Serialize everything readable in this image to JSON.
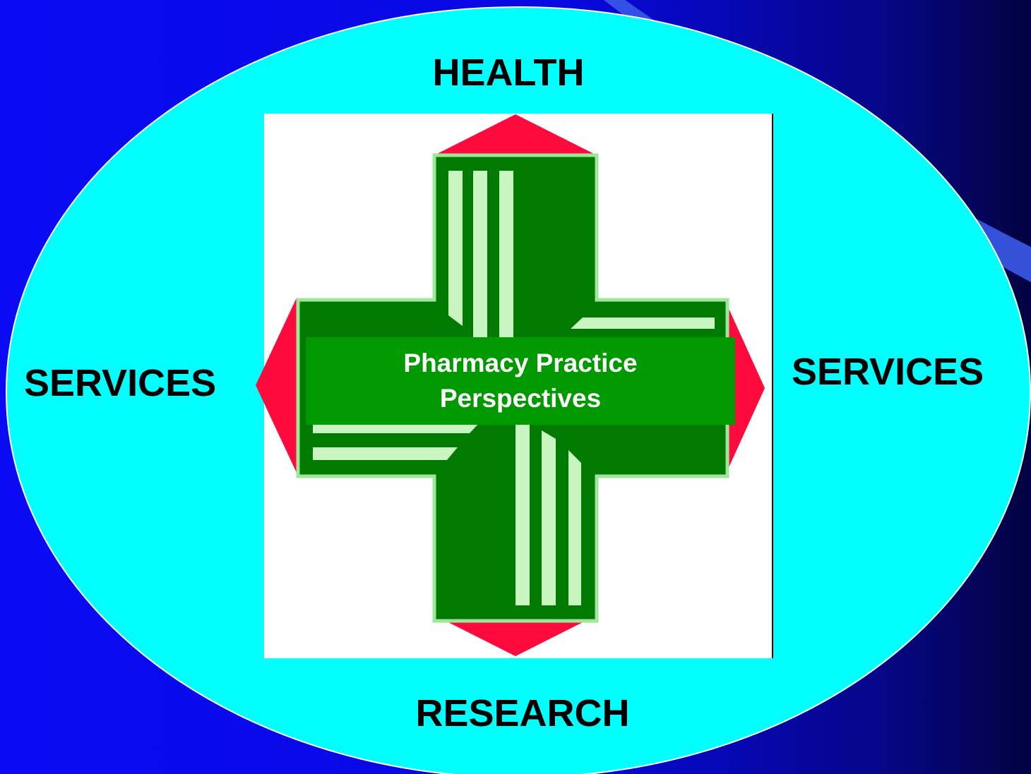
{
  "diagram": {
    "labels": {
      "top": "HEALTH",
      "left": "SERVICES",
      "right": "SERVICES",
      "bottom": "RESEARCH"
    },
    "center": {
      "line1": "Pharmacy Practice",
      "line2": "Perspectives"
    }
  },
  "colors": {
    "background": "#0a0af5",
    "ellipse": "#00ffff",
    "cross": "#008000",
    "cross_band": "#009900",
    "stripes": "#c8f5c0",
    "arrows": "#ff0a3c",
    "panel": "#ffffff"
  },
  "icons": [
    "pharmacy-cross-icon"
  ]
}
